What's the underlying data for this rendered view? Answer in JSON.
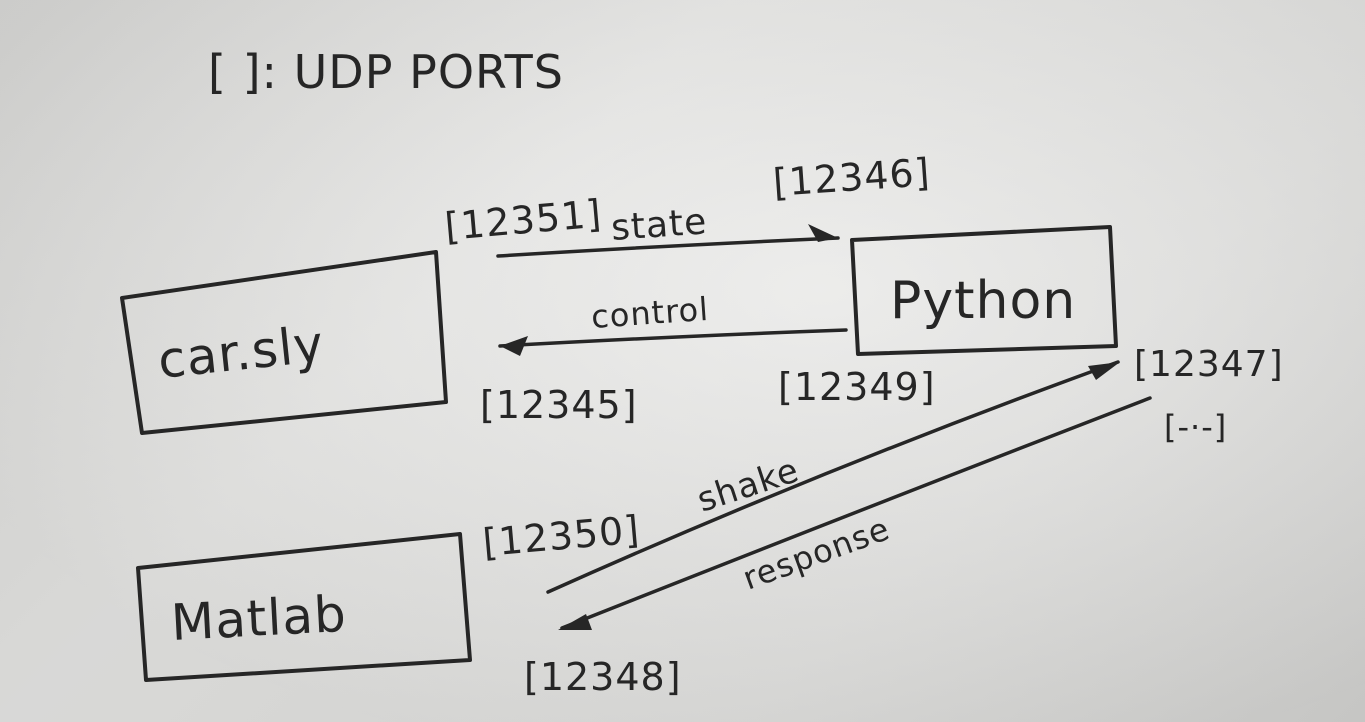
{
  "legend": {
    "text": "[ ]: UDP PORTS"
  },
  "nodes": {
    "carsly": {
      "label": "car.sly"
    },
    "python": {
      "label": "Python"
    },
    "matlab": {
      "label": "Matlab"
    }
  },
  "edges": {
    "state": {
      "label": "state",
      "from_port": "[12351]",
      "to_port": "[12346]"
    },
    "control": {
      "label": "control",
      "from_port": "[12349]",
      "to_port": "[12345]"
    },
    "shake": {
      "label": "shake",
      "from_port": "[12350]",
      "to_port": "[12347]"
    },
    "response": {
      "label": "response",
      "from_port": "[-·-]",
      "to_port": "[12348]"
    }
  }
}
